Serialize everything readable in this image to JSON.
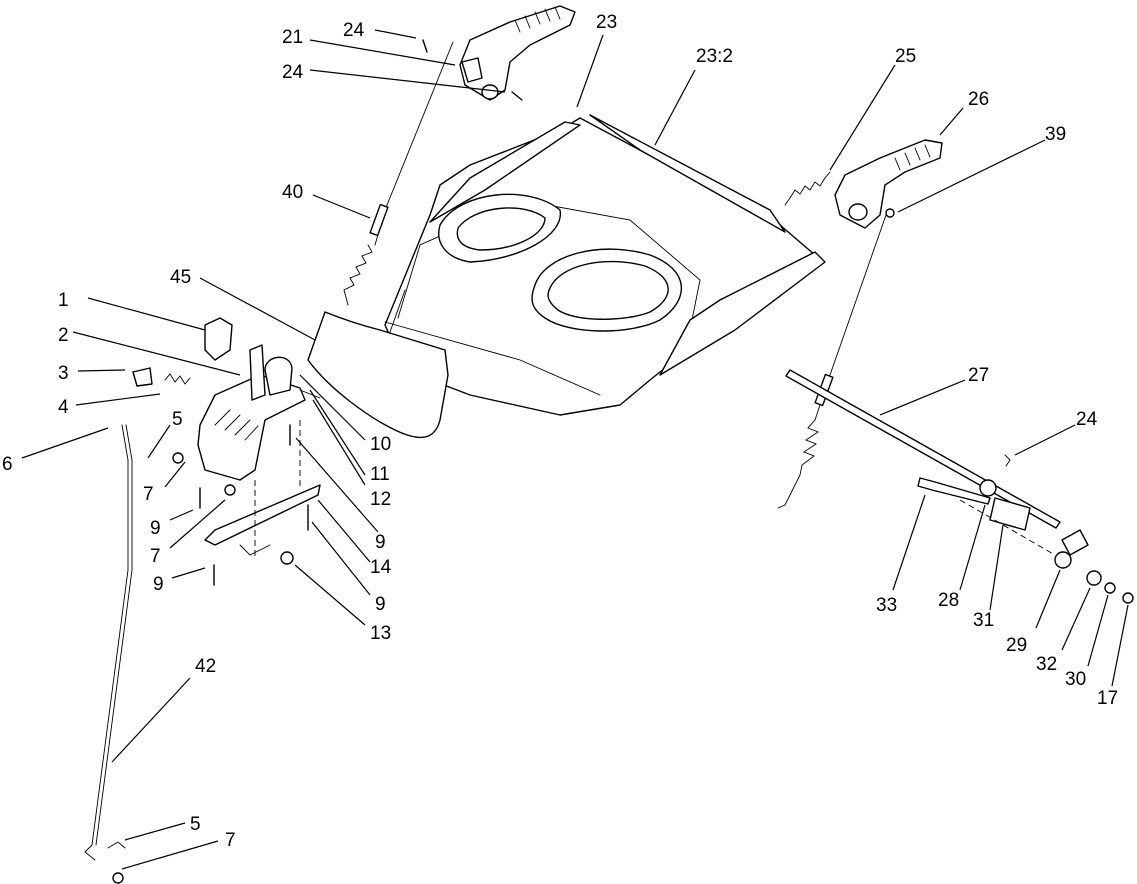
{
  "callouts": [
    {
      "id": "c1",
      "label": "1"
    },
    {
      "id": "c2",
      "label": "2"
    },
    {
      "id": "c3",
      "label": "3"
    },
    {
      "id": "c4",
      "label": "4"
    },
    {
      "id": "c5a",
      "label": "5"
    },
    {
      "id": "c6",
      "label": "6"
    },
    {
      "id": "c7a",
      "label": "7"
    },
    {
      "id": "c9a",
      "label": "9"
    },
    {
      "id": "c7b",
      "label": "7"
    },
    {
      "id": "c9b",
      "label": "9"
    },
    {
      "id": "c42",
      "label": "42"
    },
    {
      "id": "c5b",
      "label": "5"
    },
    {
      "id": "c7c",
      "label": "7"
    },
    {
      "id": "c45",
      "label": "45"
    },
    {
      "id": "c10",
      "label": "10"
    },
    {
      "id": "c11",
      "label": "11"
    },
    {
      "id": "c12",
      "label": "12"
    },
    {
      "id": "c9c",
      "label": "9"
    },
    {
      "id": "c14",
      "label": "14"
    },
    {
      "id": "c9d",
      "label": "9"
    },
    {
      "id": "c13",
      "label": "13"
    },
    {
      "id": "c24a",
      "label": "24"
    },
    {
      "id": "c21",
      "label": "21"
    },
    {
      "id": "c24b",
      "label": "24"
    },
    {
      "id": "c40",
      "label": "40"
    },
    {
      "id": "c23",
      "label": "23"
    },
    {
      "id": "c23_2",
      "label": "23:2"
    },
    {
      "id": "c25",
      "label": "25"
    },
    {
      "id": "c26",
      "label": "26"
    },
    {
      "id": "c39",
      "label": "39"
    },
    {
      "id": "c27",
      "label": "27"
    },
    {
      "id": "c24c",
      "label": "24"
    },
    {
      "id": "c33",
      "label": "33"
    },
    {
      "id": "c28",
      "label": "28"
    },
    {
      "id": "c31",
      "label": "31"
    },
    {
      "id": "c29",
      "label": "29"
    },
    {
      "id": "c32",
      "label": "32"
    },
    {
      "id": "c30",
      "label": "30"
    },
    {
      "id": "c17",
      "label": "17"
    }
  ]
}
